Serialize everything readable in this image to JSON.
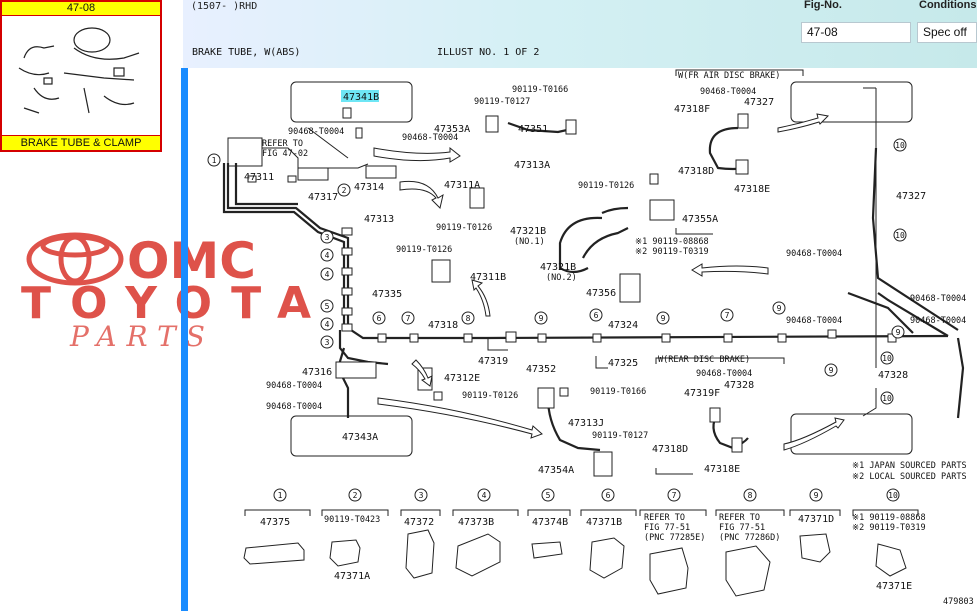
{
  "thumbnail": {
    "fig_code": "47-08",
    "caption": "BRAKE TUBE & CLAMP"
  },
  "watermark": {
    "line1": "OMC",
    "line2": "TOYOTA",
    "line3": "PARTS"
  },
  "header": {
    "code": "(1507-    )RHD",
    "title": "BRAKE TUBE, W(ABS)",
    "illus_no": "ILLUST NO. 1 OF 2",
    "fig_no_label": "Fig-No.",
    "fig_no_value": "47-08",
    "conditions_label": "Conditions",
    "conditions_value": "Spec off"
  },
  "diagram": {
    "callouts": {
      "p47341B": "47341B",
      "p90468_1": "90468-T0004",
      "p90468_2": "90468-T0004",
      "refer1a": "REFER TO",
      "refer1b": "FIG 47-02",
      "p47311": "47311",
      "p47317": "47317",
      "p47314": "47314",
      "p47313": "47313",
      "p90119_0166a": "90119-T0166",
      "p90119_0127a": "90119-T0127",
      "p47353A": "47353A",
      "p47351": "47351",
      "p47313A": "47313A",
      "p47311A": "47311A",
      "p90119_0126a": "90119-T0126",
      "p90119_0126b": "90119-T0126",
      "p47321B1": "47321B",
      "no1": "(NO.1)",
      "p47321B2": "47321B",
      "no2": "(NO.2)",
      "p47355A": "47355A",
      "p90119_0126c": "90119-T0126",
      "p47356": "47356",
      "p190119": "※1 90119-08868",
      "p290119": "※2 90119-T0319",
      "p47311B": "47311B",
      "front_disc": "W(FR AIR DISC BRAKE)",
      "p90468_3": "90468-T0004",
      "p47318F": "47318F",
      "p47327a": "47327",
      "p47318D_top": "47318D",
      "p47318E_top": "47318E",
      "p47327b": "47327",
      "p90468_4": "90468-T0004",
      "p90468_5": "90468-T0004",
      "p90468_6": "90468-T0004",
      "p90468_7": "90468-T0004",
      "p47335": "47335",
      "p47318": "47318",
      "p47324": "47324",
      "p47319": "47319",
      "p47325": "47325",
      "p47316": "47316",
      "p90468_8": "90468-T0004",
      "p90468_9": "90468-T0004",
      "p47312E": "47312E",
      "p90119_0126d": "90119-T0126",
      "p47343A": "47343A",
      "p47352": "47352",
      "p90119_0166b": "90119-T0166",
      "p47313J": "47313J",
      "p90119_0127b": "90119-T0127",
      "p47354A": "47354A",
      "rear_disc": "W(REAR DISC BRAKE)",
      "p90468_10": "90468-T0004",
      "p47319F": "47319F",
      "p47328a": "47328",
      "p47318D_bot": "47318D",
      "p47318E_bot": "47318E",
      "p47328b": "47328",
      "note1": "※1 JAPAN SOURCED PARTS",
      "note2": "※2 LOCAL SOURCED PARTS",
      "illus_id": "479803"
    },
    "circled_numbers": [
      "1",
      "2",
      "3",
      "4",
      "5",
      "6",
      "7",
      "8",
      "9",
      "10"
    ],
    "legend_items": [
      {
        "num": "1",
        "line1": "47375",
        "line2": "",
        "part": ""
      },
      {
        "num": "2",
        "line1": "90119-T0423",
        "line2": "",
        "part": "47371A"
      },
      {
        "num": "3",
        "line1": "47372",
        "line2": "",
        "part": ""
      },
      {
        "num": "4",
        "line1": "47373B",
        "line2": "",
        "part": ""
      },
      {
        "num": "5",
        "line1": "47374B",
        "line2": "",
        "part": ""
      },
      {
        "num": "6",
        "line1": "47371B",
        "line2": "",
        "part": ""
      },
      {
        "num": "7",
        "line1": "REFER TO",
        "line2": "FIG 77-51",
        "line3": "(PNC 77285E)",
        "part": ""
      },
      {
        "num": "8",
        "line1": "REFER TO",
        "line2": "FIG 77-51",
        "line3": "(PNC 77286D)",
        "part": ""
      },
      {
        "num": "9",
        "line1": "47371D",
        "line2": "",
        "part": ""
      },
      {
        "num": "10",
        "line1": "※1 90119-08868",
        "line2": "※2 90119-T0319",
        "part": "47371E"
      }
    ]
  },
  "colors": {
    "highlight": "#6ee6f5",
    "thumb_header": "#ffff00",
    "thumb_border": "#d40000",
    "banner_start": "#e8f0ff",
    "banner_end": "#c6e9ea",
    "left_bar": "#1a8cff",
    "watermark": "#d9342b"
  },
  "icons": [
    "toyota-logo-icon"
  ]
}
